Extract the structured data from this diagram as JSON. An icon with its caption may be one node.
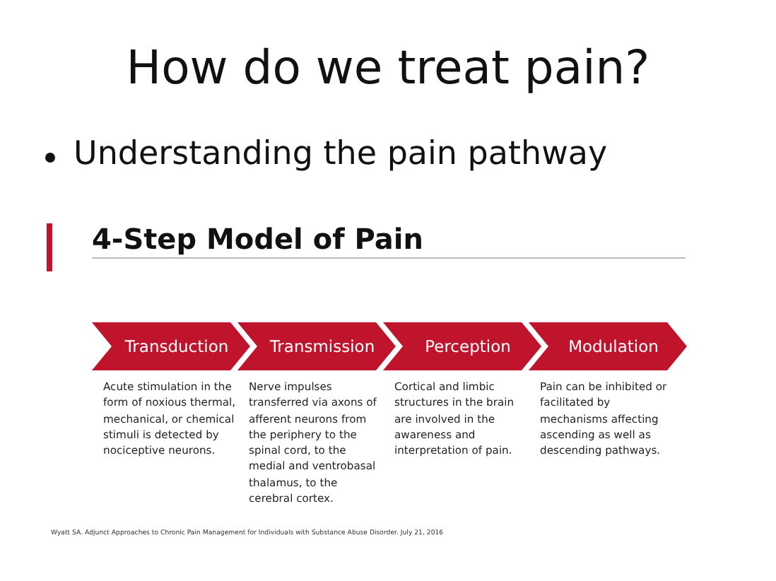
{
  "diagram": {
    "title": "How do we treat pain?",
    "nodes": [
      {
        "text": [
          "Transduction"
        ],
        "beside": [
          "Acute stimulation in the form of noxious thermal, mechanical, or chemical stimuli is detected by nociceptive neurons."
        ]
      },
      {
        "text": [
          "Transmission"
        ],
        "beside": [
          "Nerve impulses transferred via axons of afferent neurons from the periphery to the spinal cord, to the medial and ventrobasal thalamus, to the cerebral cortex."
        ]
      },
      {
        "text": [
          "Perception"
        ],
        "beside": [
          "Cortical and limbic structures in the brain are involved in the awareness and interpretation of pain."
        ]
      },
      {
        "text": [
          "Modulation"
        ],
        "beside": [
          "Pain can be inhibited or facilitated by mechanisms affecting ascending as well as descending pathways."
        ]
      }
    ],
    "edges": [],
    "labels": [
      "Understanding the pain pathway",
      "4-Step Model of Pain"
    ],
    "caption": "Wyatt SA. Adjunct Approaches to Chronic Pain Management for Individuals with Substance Abuse Disorder. July 21, 2016"
  }
}
